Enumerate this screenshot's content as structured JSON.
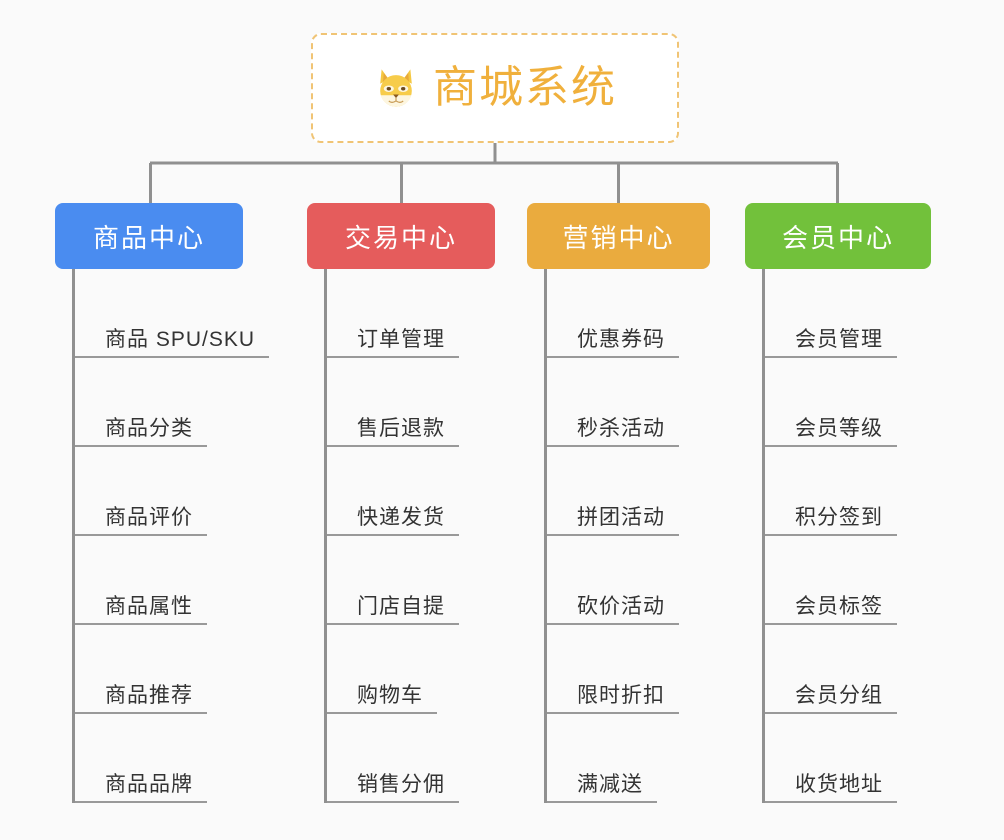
{
  "page": {
    "background_color": "#fafafa",
    "title": "商城系统"
  },
  "root": {
    "icon": "shiba-dog-face-icon",
    "label": "商城系统",
    "text_color": "#f0b03c",
    "border_color": "#f0c475",
    "background_color": "#ffffff"
  },
  "connector": {
    "color": "#909090"
  },
  "branches": [
    {
      "id": "product-center",
      "label": "商品中心",
      "color": "#4a8cf0",
      "items": [
        {
          "label": "商品 SPU/SKU"
        },
        {
          "label": "商品分类"
        },
        {
          "label": "商品评价"
        },
        {
          "label": "商品属性"
        },
        {
          "label": "商品推荐"
        },
        {
          "label": "商品品牌"
        }
      ]
    },
    {
      "id": "trade-center",
      "label": "交易中心",
      "color": "#e55c5c",
      "items": [
        {
          "label": "订单管理"
        },
        {
          "label": "售后退款"
        },
        {
          "label": "快递发货"
        },
        {
          "label": "门店自提"
        },
        {
          "label": "购物车"
        },
        {
          "label": "销售分佣"
        }
      ]
    },
    {
      "id": "marketing-center",
      "label": "营销中心",
      "color": "#eaab3e",
      "items": [
        {
          "label": "优惠券码"
        },
        {
          "label": "秒杀活动"
        },
        {
          "label": "拼团活动"
        },
        {
          "label": "砍价活动"
        },
        {
          "label": "限时折扣"
        },
        {
          "label": "满减送"
        }
      ]
    },
    {
      "id": "member-center",
      "label": "会员中心",
      "color": "#72c13b",
      "items": [
        {
          "label": "会员管理"
        },
        {
          "label": "会员等级"
        },
        {
          "label": "积分签到"
        },
        {
          "label": "会员标签"
        },
        {
          "label": "会员分组"
        },
        {
          "label": "收货地址"
        }
      ]
    }
  ]
}
